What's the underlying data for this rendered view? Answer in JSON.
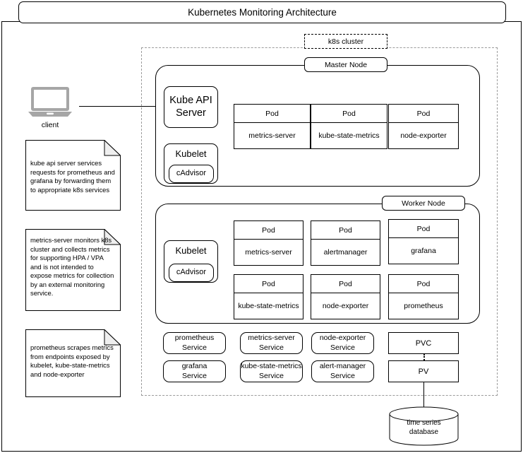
{
  "diagram": {
    "title": "Kubernetes Monitoring Architecture",
    "cluster_label": "k8s cluster"
  },
  "client": {
    "label": "client",
    "icon": "laptop-icon"
  },
  "notes": [
    {
      "id": "note-kube-api",
      "text": "kube api server services requests for prometheus and grafana by forwarding them to appropriate k8s services"
    },
    {
      "id": "note-metrics-server",
      "text": "metrics-server monitors k8s cluster and collects metrics for supporting HPA / VPA and is not intended to expose metrics for collection by an external monitoring service."
    },
    {
      "id": "note-prometheus",
      "text": "prometheus scrapes metrics from endpoints exposed by kubelet, kube-state-metrics and node-exporter"
    }
  ],
  "master_node": {
    "label": "Master Node",
    "components": [
      {
        "label": "Kube API Server"
      },
      {
        "label": "Kubelet",
        "child": "cAdvisor"
      }
    ],
    "pods": [
      {
        "head": "Pod",
        "name": "metrics-server"
      },
      {
        "head": "Pod",
        "name": "kube-state-metrics"
      },
      {
        "head": "Pod",
        "name": "node-exporter"
      }
    ]
  },
  "worker_node": {
    "label": "Worker Node",
    "components": [
      {
        "label": "Kubelet",
        "child": "cAdvisor"
      }
    ],
    "pods_row1": [
      {
        "head": "Pod",
        "name": "metrics-server"
      },
      {
        "head": "Pod",
        "name": "alertmanager"
      },
      {
        "head": "Pod",
        "name": "grafana"
      }
    ],
    "pods_row2": [
      {
        "head": "Pod",
        "name": "kube-state-metrics"
      },
      {
        "head": "Pod",
        "name": "node-exporter"
      },
      {
        "head": "Pod",
        "name": "prometheus"
      }
    ]
  },
  "services_row1": [
    "prometheus\nService",
    "metrics-server\nService",
    "node-exporter\nService"
  ],
  "services_row2": [
    "grafana\nService",
    "kube-state-metrics\nService",
    "alert-manager\nService"
  ],
  "storage": {
    "pvc": "PVC",
    "pv": "PV"
  },
  "database": {
    "label": "time series\ndatabase"
  },
  "colors": {
    "stroke": "#000000",
    "cluster_stroke": "#9b9b9b",
    "background": "#ffffff",
    "client_icon": "#a6a6a6"
  }
}
